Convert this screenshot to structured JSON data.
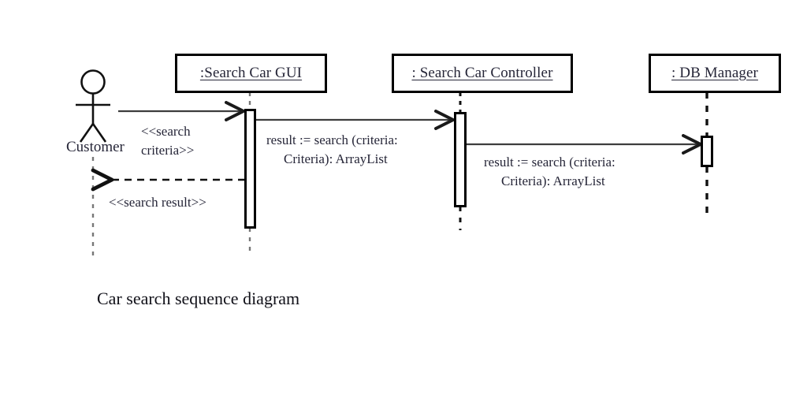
{
  "diagram": {
    "caption": "Car search sequence diagram",
    "type": "uml-sequence-diagram",
    "colors": {
      "stroke": "#000000",
      "text": "#262638",
      "background": "#ffffff"
    },
    "participants": [
      {
        "id": "customer",
        "kind": "actor",
        "label": "Customer",
        "lifeline_style": "dashed"
      },
      {
        "id": "search-car-gui",
        "kind": "object",
        "label": ":Search Car GUI",
        "lifeline_style": "dashed"
      },
      {
        "id": "search-car-controller",
        "kind": "object",
        "label": ": Search Car Controller",
        "lifeline_style": "dashed"
      },
      {
        "id": "db-manager",
        "kind": "object",
        "label": ": DB Manager",
        "lifeline_style": "dashed"
      }
    ],
    "messages": [
      {
        "id": "m1",
        "from": "customer",
        "to": "search-car-gui",
        "kind": "call",
        "arrow": "solid",
        "label_line1": "<<search",
        "label_line2": "criteria>>",
        "label": "<<search criteria>>"
      },
      {
        "id": "m2",
        "from": "search-car-gui",
        "to": "search-car-controller",
        "kind": "call",
        "arrow": "solid",
        "label_line1": "result := search (criteria:",
        "label_line2": "Criteria): ArrayList",
        "label": "result := search (criteria: Criteria): ArrayList"
      },
      {
        "id": "m3",
        "from": "search-car-controller",
        "to": "db-manager",
        "kind": "call",
        "arrow": "solid",
        "label_line1": "result := search (criteria:",
        "label_line2": "Criteria): ArrayList",
        "label": "result := search (criteria: Criteria): ArrayList"
      },
      {
        "id": "m4",
        "from": "search-car-gui",
        "to": "customer",
        "kind": "return",
        "arrow": "dashed",
        "label_line1": "<<search result>>",
        "label": "<<search result>>"
      }
    ]
  }
}
